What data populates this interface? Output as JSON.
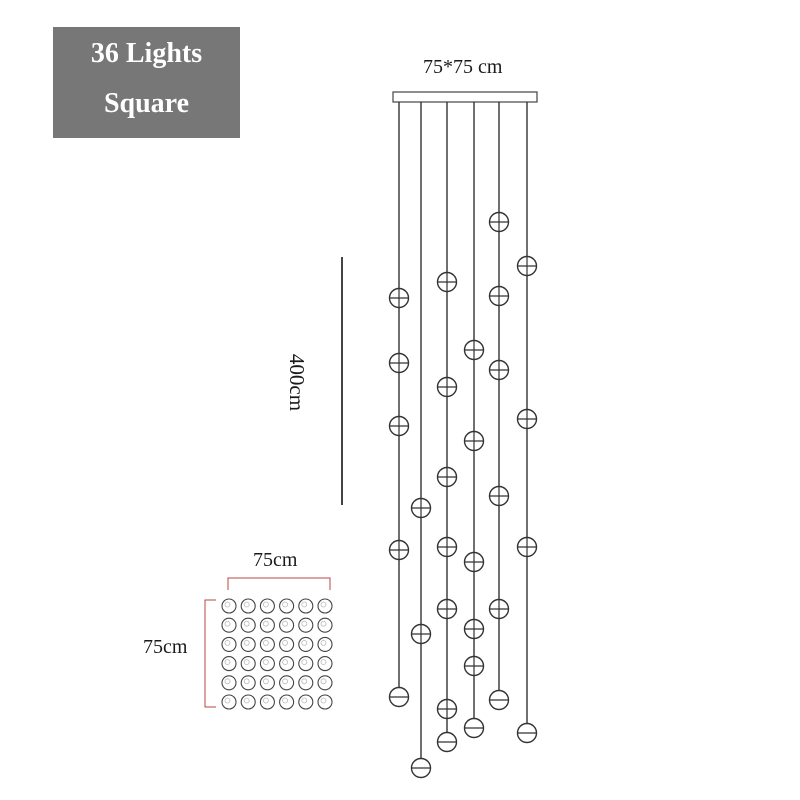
{
  "badge": {
    "line1": "36 Lights",
    "line2": "Square",
    "bg": "#777777"
  },
  "labels": {
    "canopy_size": "75*75 cm",
    "height": "400cm",
    "top_width": "75cm",
    "side_depth": "75cm"
  },
  "product": {
    "light_count": 36,
    "grid_rows": 6,
    "grid_cols": 6
  }
}
